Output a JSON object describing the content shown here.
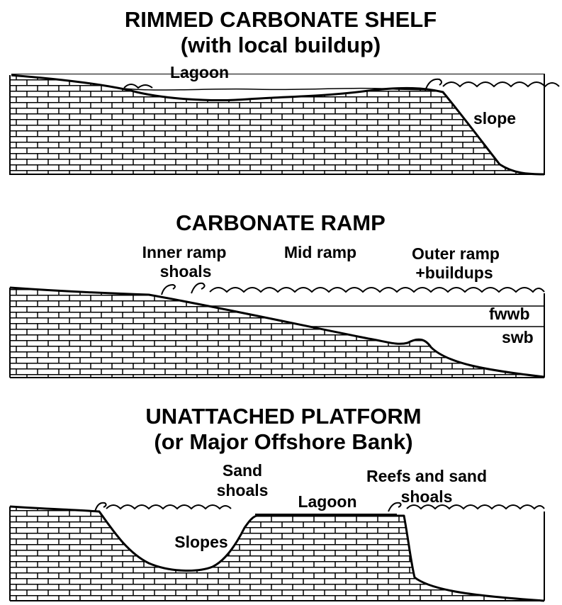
{
  "panels": [
    {
      "title_lines": [
        "RIMMED CARBONATE SHELF",
        "(with local buildup)"
      ],
      "labels": {
        "lagoon": "Lagoon",
        "slope": "slope"
      }
    },
    {
      "title_lines": [
        "CARBONATE RAMP"
      ],
      "labels": {
        "inner_1": "Inner ramp",
        "inner_2": "shoals",
        "mid": "Mid ramp",
        "outer_1": "Outer ramp",
        "outer_2": "+buildups",
        "fwwb": "fwwb",
        "swb": "swb"
      }
    },
    {
      "title_lines": [
        "UNATTACHED PLATFORM",
        "(or Major Offshore Bank)"
      ],
      "labels": {
        "sand_1": "Sand",
        "sand_2": "shoals",
        "lagoon": "Lagoon",
        "reefs_1": "Reefs and sand",
        "reefs_2": "shoals",
        "slopes": "Slopes"
      }
    }
  ],
  "icons": [
    "brick-pattern",
    "wave-symbol"
  ],
  "colors": {
    "ink": "#000000",
    "paper": "#ffffff"
  }
}
